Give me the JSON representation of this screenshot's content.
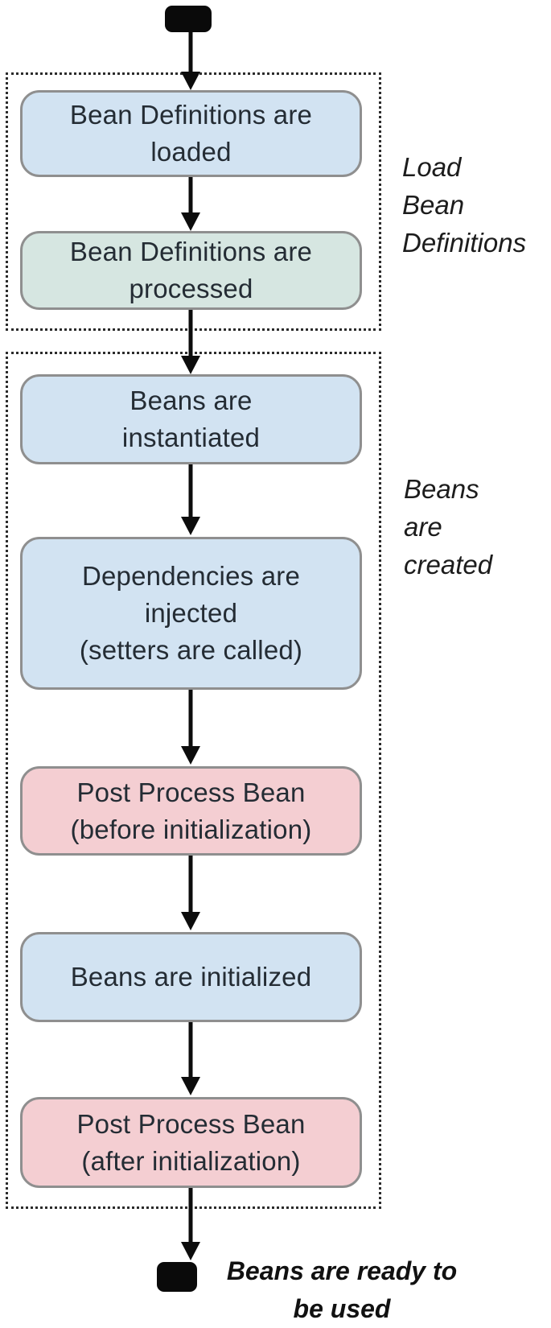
{
  "flow": {
    "steps": [
      {
        "id": "bean-definitions-loaded",
        "lines": [
          "Bean Definitions are",
          "loaded"
        ],
        "color_key": "step_blue"
      },
      {
        "id": "bean-definitions-processed",
        "lines": [
          "Bean Definitions are",
          "processed"
        ],
        "color_key": "step_teal"
      },
      {
        "id": "beans-instantiated",
        "lines": [
          "Beans are",
          "instantiated"
        ],
        "color_key": "step_blue"
      },
      {
        "id": "dependencies-injected",
        "lines": [
          "Dependencies are",
          "injected",
          "(setters are called)"
        ],
        "color_key": "step_blue"
      },
      {
        "id": "post-process-before-init",
        "lines": [
          "Post Process Bean",
          "(before initialization)"
        ],
        "color_key": "step_pink"
      },
      {
        "id": "beans-initialized",
        "lines": [
          "Beans are initialized"
        ],
        "color_key": "step_blue"
      },
      {
        "id": "post-process-after-init",
        "lines": [
          "Post Process Bean",
          "(after initialization)"
        ],
        "color_key": "step_pink"
      }
    ],
    "groups": [
      {
        "id": "load-bean-definitions",
        "label_lines": [
          "Load",
          "Bean",
          "Definitions"
        ]
      },
      {
        "id": "beans-are-created",
        "label_lines": [
          "Beans",
          "are",
          "created"
        ]
      }
    ],
    "end_label_lines": [
      "Beans are ready to",
      "be used"
    ],
    "colors": {
      "step_blue": "#d2e3f2",
      "step_teal": "#d6e6e1",
      "step_pink": "#f4ced2",
      "box_border": "#8f8f8f",
      "text": "#242c34",
      "terminator": "#0a0a0a",
      "group_border": "#2b2b2b"
    }
  }
}
